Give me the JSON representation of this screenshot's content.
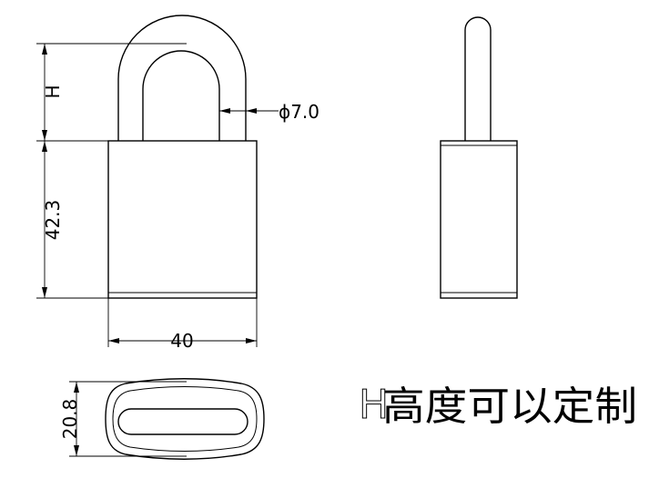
{
  "dimensions": {
    "shackle_height_label": "H",
    "shackle_diameter_label": "ϕ7.0",
    "body_height_label": "42.3",
    "body_width_label": "40",
    "body_depth_label": "20.8"
  },
  "note": {
    "prefix": "H",
    "text": "高度可以定制"
  }
}
